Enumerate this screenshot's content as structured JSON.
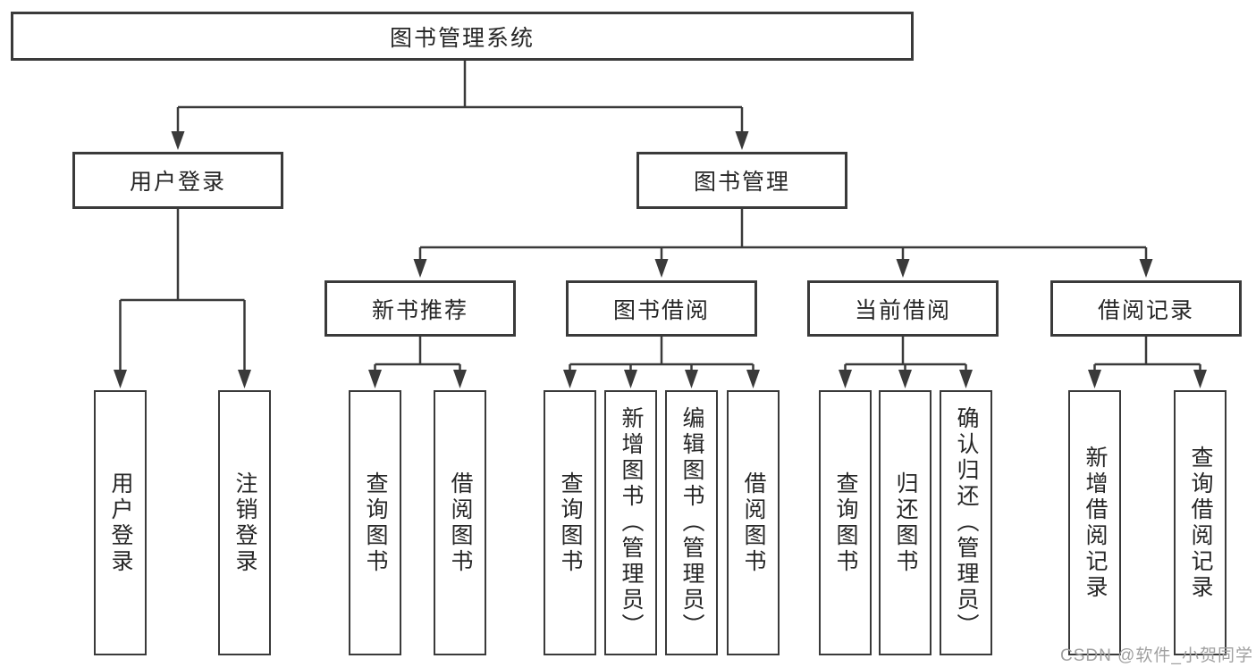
{
  "colors": {
    "line": "#3a3a3a",
    "box_border": "#3a3a3a",
    "box_fill": "#ffffff",
    "text": "#262626",
    "watermark": "#a0a0a0",
    "background": "#ffffff"
  },
  "tree": {
    "root": {
      "label": "图书管理系统"
    },
    "l2": [
      {
        "label": "用户登录"
      },
      {
        "label": "图书管理"
      }
    ],
    "l3": [
      {
        "label": "新书推荐",
        "parent": "图书管理"
      },
      {
        "label": "图书借阅",
        "parent": "图书管理"
      },
      {
        "label": "当前借阅",
        "parent": "图书管理"
      },
      {
        "label": "借阅记录",
        "parent": "图书管理"
      }
    ],
    "leaves": [
      {
        "label": "用户登录",
        "parent": "用户登录"
      },
      {
        "label": "注销登录",
        "parent": "用户登录"
      },
      {
        "label": "查询图书",
        "parent": "新书推荐"
      },
      {
        "label": "借阅图书",
        "parent": "新书推荐"
      },
      {
        "label": "查询图书",
        "parent": "图书借阅"
      },
      {
        "label": "新增图书（管理员）",
        "parent": "图书借阅"
      },
      {
        "label": "编辑图书（管理员）",
        "parent": "图书借阅"
      },
      {
        "label": "借阅图书",
        "parent": "图书借阅"
      },
      {
        "label": "查询图书",
        "parent": "当前借阅"
      },
      {
        "label": "归还图书",
        "parent": "当前借阅"
      },
      {
        "label": "确认归还（管理员）",
        "parent": "当前借阅"
      },
      {
        "label": "新增借阅记录",
        "parent": "借阅记录"
      },
      {
        "label": "查询借阅记录",
        "parent": "借阅记录"
      }
    ]
  },
  "watermark": {
    "text": "CSDN @软件_小贺同学"
  }
}
